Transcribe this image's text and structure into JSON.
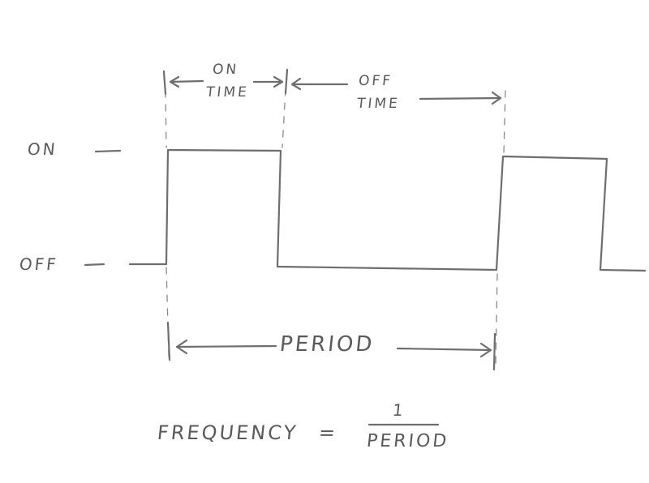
{
  "labels": {
    "on_level": "ON",
    "off_level": "OFF",
    "on_time_line1": "ON",
    "on_time_line2": "TIME",
    "off_time_line1": "OFF",
    "off_time_line2": "TIME",
    "period": "PERIOD",
    "frequency": "FREQUENCY",
    "equals": "=",
    "numerator": "1",
    "denominator": "PERIOD"
  },
  "colors": {
    "ink": "#6e6e6e",
    "background": "#ffffff"
  }
}
